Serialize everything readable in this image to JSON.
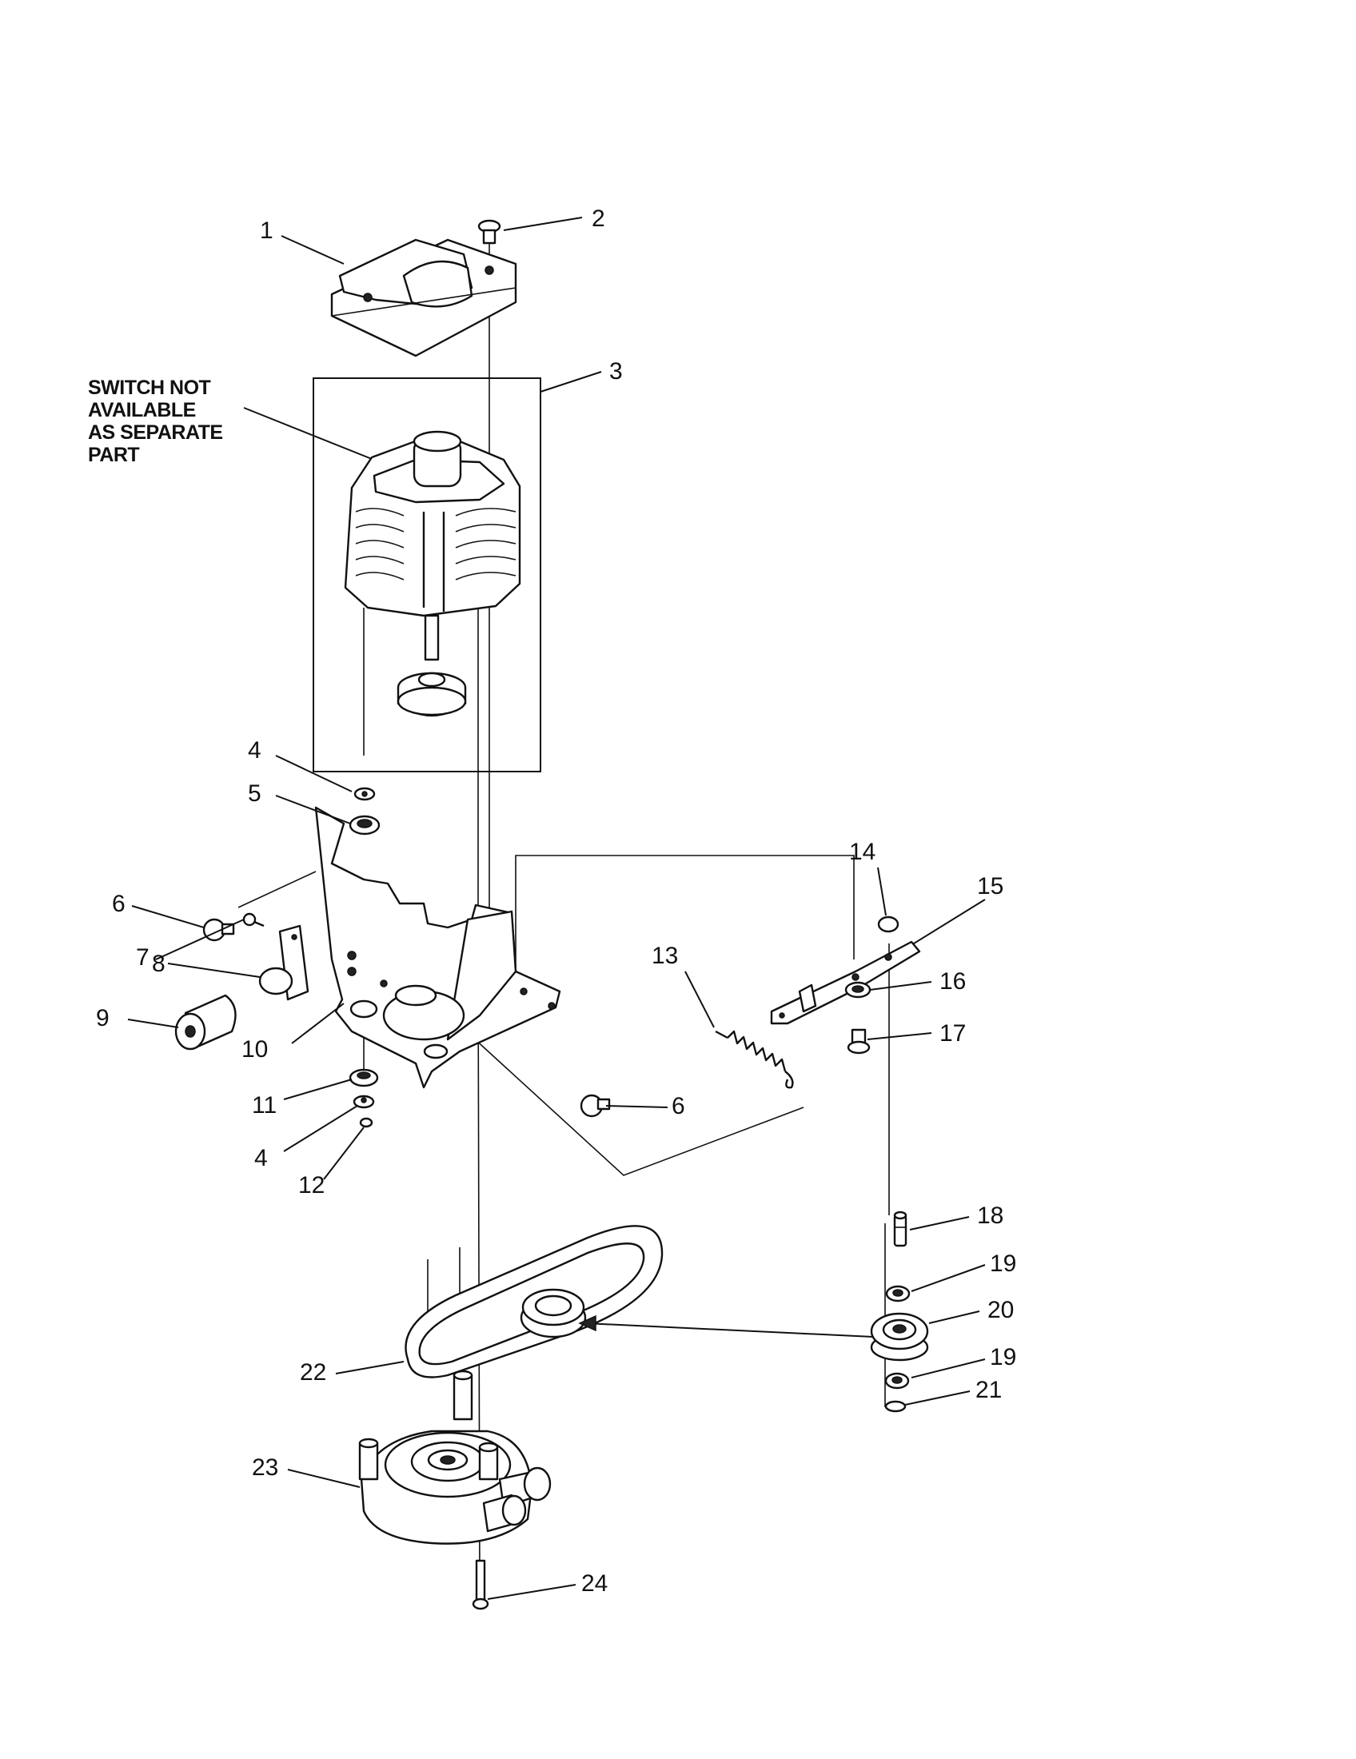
{
  "note": {
    "lines": [
      "SWITCH NOT",
      "AVAILABLE",
      "AS SEPARATE",
      "PART"
    ]
  },
  "callouts": [
    {
      "id": "1",
      "text": "1"
    },
    {
      "id": "2",
      "text": "2"
    },
    {
      "id": "3",
      "text": "3"
    },
    {
      "id": "4a",
      "text": "4"
    },
    {
      "id": "5",
      "text": "5"
    },
    {
      "id": "6a",
      "text": "6"
    },
    {
      "id": "7",
      "text": "7"
    },
    {
      "id": "8",
      "text": "8"
    },
    {
      "id": "9",
      "text": "9"
    },
    {
      "id": "10",
      "text": "10"
    },
    {
      "id": "11",
      "text": "11"
    },
    {
      "id": "4b",
      "text": "4"
    },
    {
      "id": "12",
      "text": "12"
    },
    {
      "id": "6b",
      "text": "6"
    },
    {
      "id": "13",
      "text": "13"
    },
    {
      "id": "14",
      "text": "14"
    },
    {
      "id": "15",
      "text": "15"
    },
    {
      "id": "16",
      "text": "16"
    },
    {
      "id": "17",
      "text": "17"
    },
    {
      "id": "18",
      "text": "18"
    },
    {
      "id": "19a",
      "text": "19"
    },
    {
      "id": "20",
      "text": "20"
    },
    {
      "id": "19b",
      "text": "19"
    },
    {
      "id": "21",
      "text": "21"
    },
    {
      "id": "22",
      "text": "22"
    },
    {
      "id": "23",
      "text": "23"
    },
    {
      "id": "24",
      "text": "24"
    }
  ]
}
